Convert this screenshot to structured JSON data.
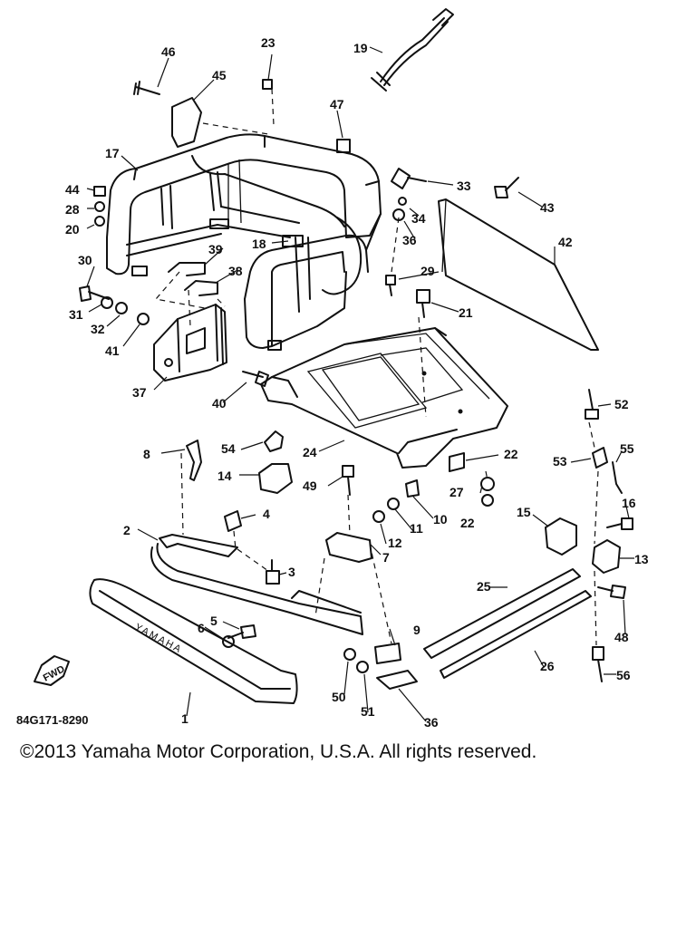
{
  "diagram": {
    "callouts": [
      "46",
      "23",
      "19",
      "45",
      "47",
      "17",
      "33",
      "43",
      "44",
      "28",
      "34",
      "20",
      "36",
      "42",
      "18",
      "39",
      "30",
      "38",
      "29",
      "21",
      "31",
      "32",
      "41",
      "37",
      "40",
      "52",
      "24",
      "8",
      "54",
      "22",
      "53",
      "55",
      "14",
      "49",
      "27",
      "22",
      "16",
      "4",
      "15",
      "10",
      "11",
      "2",
      "12",
      "7",
      "13",
      "3",
      "25",
      "5",
      "48",
      "6",
      "9",
      "26",
      "56",
      "50",
      "51",
      "36",
      "1"
    ],
    "fwd_label": "FWD",
    "brand_label": "YAMAHA",
    "drawing_code": "84G171-8290"
  },
  "footer": {
    "copyright": "©2013 Yamaha Motor Corporation, U.S.A. All rights reserved."
  }
}
